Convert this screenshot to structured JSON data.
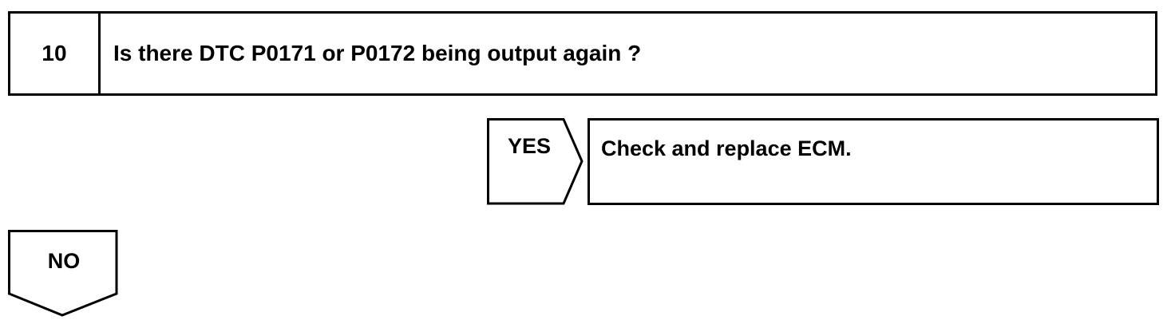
{
  "step": {
    "number": "10",
    "question": "Is there DTC P0171 or P0172 being output again ?"
  },
  "yes_branch": {
    "label": "YES",
    "action": "Check and replace ECM."
  },
  "no_branch": {
    "label": "NO"
  }
}
